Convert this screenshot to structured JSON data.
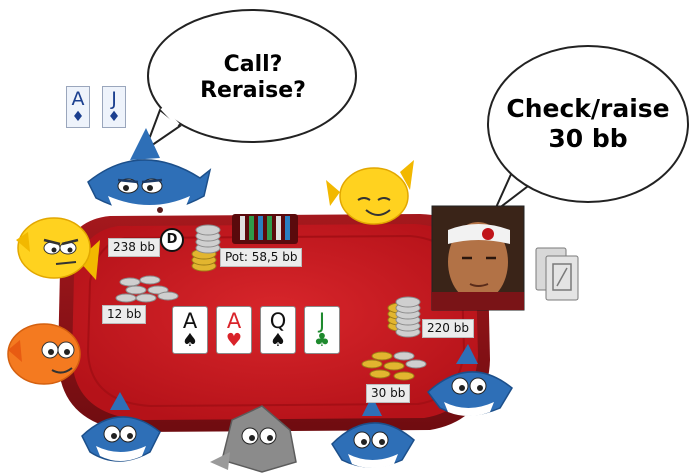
{
  "speech_bubbles": {
    "left": {
      "line1": "Call?",
      "line2": "Reraise?"
    },
    "right": {
      "line1": "Check/raise",
      "line2": "30 bb"
    }
  },
  "hero_hand": [
    {
      "rank": "A",
      "suit": "♦",
      "suit_name": "diamonds",
      "color": "#1b3f8f"
    },
    {
      "rank": "J",
      "suit": "♦",
      "suit_name": "diamonds",
      "color": "#1b3f8f"
    }
  ],
  "board": [
    {
      "rank": "A",
      "suit": "♠",
      "color": "#111111"
    },
    {
      "rank": "A",
      "suit": "♥",
      "color": "#d9232a"
    },
    {
      "rank": "Q",
      "suit": "♠",
      "color": "#111111"
    },
    {
      "rank": "J",
      "suit": "♣",
      "color": "#1e8a2e"
    }
  ],
  "table": {
    "pot_label": "Pot: 58,5 bb",
    "dealer_button": "D",
    "felt_color": "#c8161d",
    "rail_color": "#8e1216"
  },
  "stacks": {
    "hero": "238 bb",
    "villain": "220 bb"
  },
  "bets": {
    "hero": "12 bb",
    "villain": "30 bb"
  },
  "icons": {
    "villain_cards": "face-down-cards-icon",
    "players": [
      "shark-avatar",
      "yellow-fish-avatar",
      "orange-fish-avatar",
      "rock-avatar",
      "villain-photo-avatar"
    ]
  }
}
